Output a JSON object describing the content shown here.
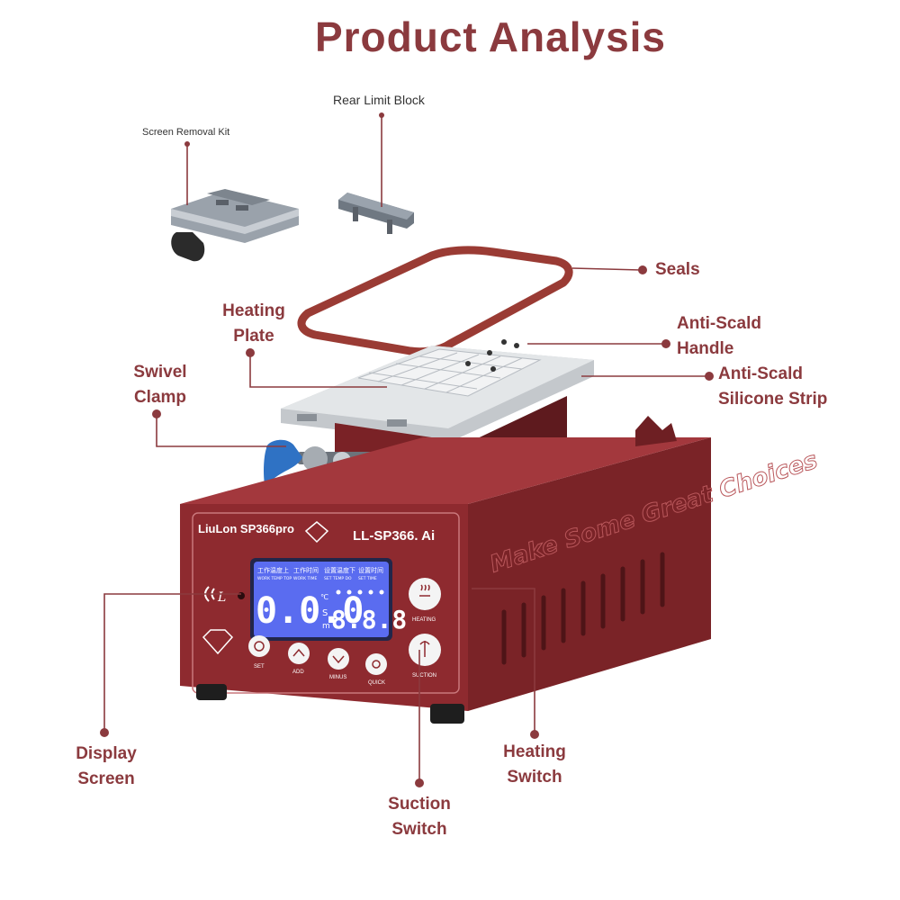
{
  "page": {
    "title": "Product Analysis"
  },
  "colors": {
    "accent": "#8b3a3e",
    "body": "#8e2a2f",
    "lcd": "#5a6cf0"
  },
  "callouts": {
    "screen_removal_kit": "Screen Removal Kit",
    "rear_limit_block": "Rear Limit Block",
    "seals": "Seals",
    "heating_plate": {
      "line1": "Heating",
      "line2": "Plate"
    },
    "anti_scald_handle": {
      "line1": "Anti-Scald",
      "line2": "Handle"
    },
    "swivel_clamp": {
      "line1": "Swivel",
      "line2": "Clamp"
    },
    "anti_scald_silicone_strip": {
      "line1": "Anti-Scald",
      "line2": "Silicone Strip"
    },
    "display_screen": {
      "line1": "Display",
      "line2": "Screen"
    },
    "heating_switch": {
      "line1": "Heating",
      "line2": "Switch"
    },
    "suction_switch": {
      "line1": "Suction",
      "line2": "Switch"
    }
  },
  "device": {
    "brand": "LiuLon SP366pro",
    "model": "LL-SP366. Ai",
    "side_slogan": "Make Some Great Choices",
    "lcd": {
      "header_work_temp_cn": "工作温度上",
      "header_work_temp_en": "WORK TEMP TOP",
      "header_work_time_cn": "工作时间",
      "header_work_time_en": "WORK TIME",
      "header_set_temp_cn": "设置温度下",
      "header_set_temp_en": "SET TEMP DO",
      "header_set_time_cn": "设置时间",
      "header_set_time_en": "SET TIME",
      "big_value": "0.0.0",
      "small_value": "8.8.8",
      "unit_celsius": "℃",
      "unit_s": "S",
      "unit_m": "m"
    },
    "buttons": {
      "set": "SET",
      "add": "ADD",
      "minus": "MINUS",
      "quick": "QUICK",
      "heating": "HEATING",
      "suction": "SUCTION"
    }
  }
}
